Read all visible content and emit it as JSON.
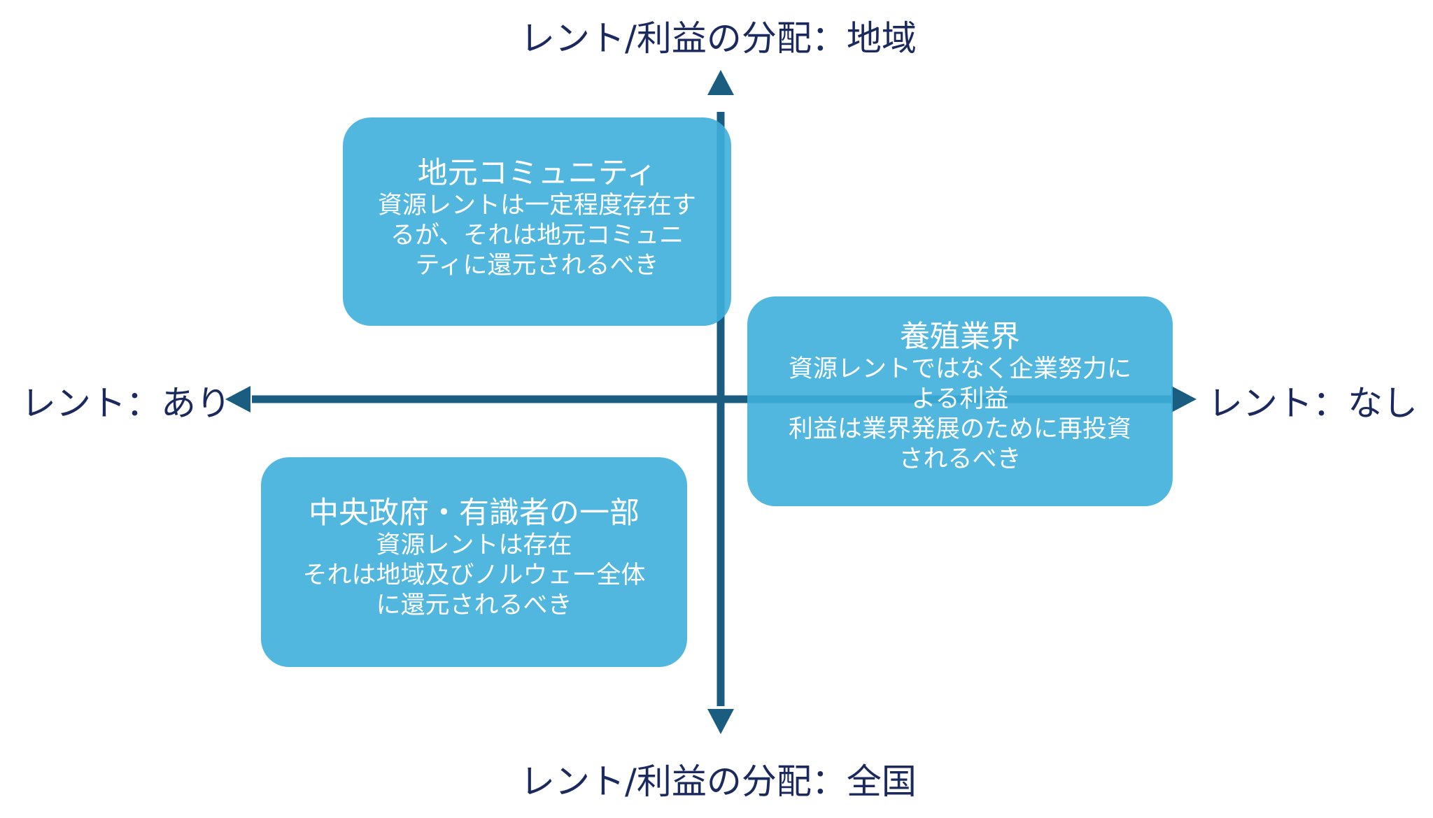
{
  "axes": {
    "top": "レント/利益の分配：地域",
    "bottom": "レント/利益の分配：全国",
    "left": "レント：あり",
    "right": "レント：なし",
    "color": "#1a5d80"
  },
  "quadrants": {
    "community": {
      "title": "地元コミュニティ",
      "lines": [
        "資源レントは一定程度存在す",
        "るが、それは地元コミュニ",
        "ティに還元されるべき"
      ]
    },
    "industry": {
      "title": "養殖業界",
      "lines": [
        "資源レントではなく企業努力に",
        "よる利益",
        "利益は業界発展のために再投資",
        "されるべき"
      ]
    },
    "central": {
      "title": "中央政府・有識者の一部",
      "lines": [
        "資源レントは存在",
        "それは地域及びノルウェー全体",
        "に還元されるべき"
      ]
    }
  },
  "colors": {
    "box_fill": "#3eafdc",
    "axis_text": "#1b2a5e",
    "box_text": "#ffffff"
  }
}
